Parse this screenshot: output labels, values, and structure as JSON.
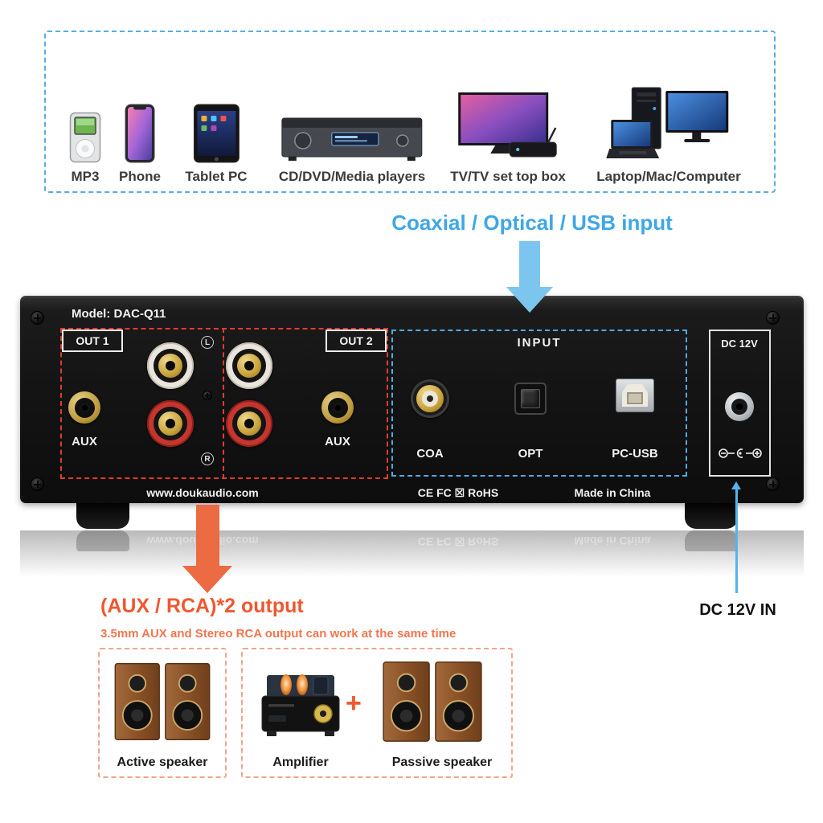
{
  "sources": {
    "items": [
      {
        "label": "MP3"
      },
      {
        "label": "Phone"
      },
      {
        "label": "Tablet PC"
      },
      {
        "label": "CD/DVD/Media players"
      },
      {
        "label": "TV/TV set top box"
      },
      {
        "label": "Laptop/Mac/Computer"
      }
    ]
  },
  "callouts": {
    "input_heading": "Coaxial / Optical / USB input",
    "output_heading": "(AUX / RCA)*2 output",
    "output_subheading": "3.5mm AUX and Stereo RCA output can work at the same time",
    "dc_in_label": "DC 12V IN"
  },
  "panel": {
    "model": "Model: DAC-Q11",
    "out1_label": "OUT 1",
    "out2_label": "OUT 2",
    "aux_left_label": "AUX",
    "aux_right_label": "AUX",
    "left_channel": "L",
    "right_channel": "R",
    "input_section": "INPUT",
    "coa_label": "COA",
    "opt_label": "OPT",
    "usb_label": "PC-USB",
    "dc_label": "DC 12V",
    "website": "www.doukaudio.com",
    "certifications": "CE FC ☒ RoHS",
    "origin": "Made in China"
  },
  "downstream": {
    "active_speaker_label": "Active speaker",
    "amplifier_label": "Amplifier",
    "plus_sign": "+",
    "passive_speaker_label": "Passive speaker"
  },
  "colors": {
    "accent_blue": "#3EA7E8",
    "accent_orange": "#F1572F",
    "panel_black": "#141414",
    "dashed_red": "#E23B2E",
    "dashed_blue": "#4FA8E8",
    "dashed_orange": "#F2A588"
  }
}
